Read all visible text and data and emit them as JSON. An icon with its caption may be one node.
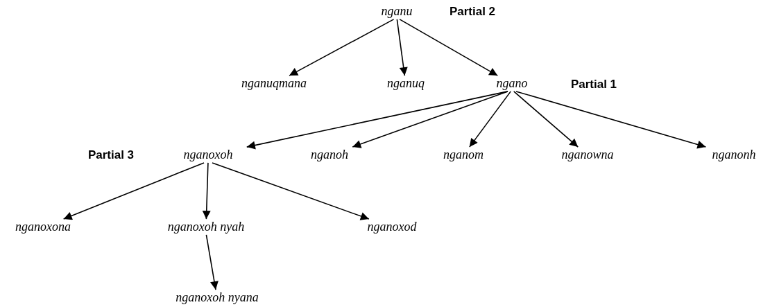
{
  "diagram": {
    "nodes": [
      {
        "text": [
          "nganu"
        ]
      },
      {
        "text": [
          "nganuqmana"
        ]
      },
      {
        "text": [
          "nganuq"
        ]
      },
      {
        "text": [
          "ngano"
        ]
      },
      {
        "text": [
          "nganoxoh"
        ]
      },
      {
        "text": [
          "nganoh"
        ]
      },
      {
        "text": [
          "nganom"
        ]
      },
      {
        "text": [
          "nganowna"
        ]
      },
      {
        "text": [
          "nganonh"
        ]
      },
      {
        "text": [
          "nganoxona"
        ]
      },
      {
        "text": [
          "nganoxoh nyah"
        ]
      },
      {
        "text": [
          "nganoxod"
        ]
      },
      {
        "text": [
          "nganoxoh nyana"
        ]
      }
    ],
    "edges": [
      {
        "from": 0,
        "to": 1,
        "arrow": "to"
      },
      {
        "from": 0,
        "to": 2,
        "arrow": "to"
      },
      {
        "from": 0,
        "to": 3,
        "arrow": "to"
      },
      {
        "from": 3,
        "to": 4,
        "arrow": "to"
      },
      {
        "from": 3,
        "to": 5,
        "arrow": "to"
      },
      {
        "from": 3,
        "to": 6,
        "arrow": "to"
      },
      {
        "from": 3,
        "to": 7,
        "arrow": "to"
      },
      {
        "from": 3,
        "to": 8,
        "arrow": "to"
      },
      {
        "from": 4,
        "to": 9,
        "arrow": "to"
      },
      {
        "from": 4,
        "to": 10,
        "arrow": "to"
      },
      {
        "from": 4,
        "to": 11,
        "arrow": "to"
      },
      {
        "from": 10,
        "to": 12,
        "arrow": "to"
      }
    ],
    "labels": [
      "Partial 2",
      "Partial 1",
      "Partial 3"
    ]
  }
}
